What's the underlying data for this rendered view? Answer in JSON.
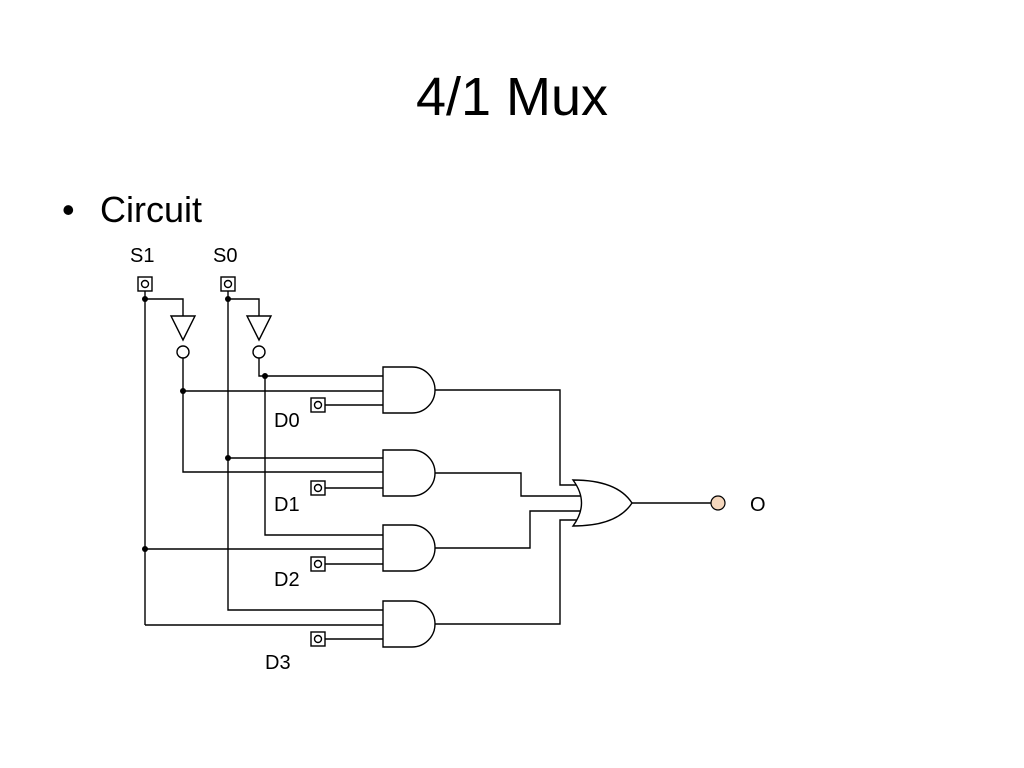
{
  "slide": {
    "title": "4/1 Mux",
    "bullet": "Circuit",
    "bullet_marker": "•"
  },
  "circuit": {
    "inputs": {
      "s1": "S1",
      "s0": "S0",
      "d0": "D0",
      "d1": "D1",
      "d2": "D2",
      "d3": "D3"
    },
    "output": "O",
    "colors": {
      "wire": "#000000",
      "output_led": "#f5d7bd"
    }
  }
}
